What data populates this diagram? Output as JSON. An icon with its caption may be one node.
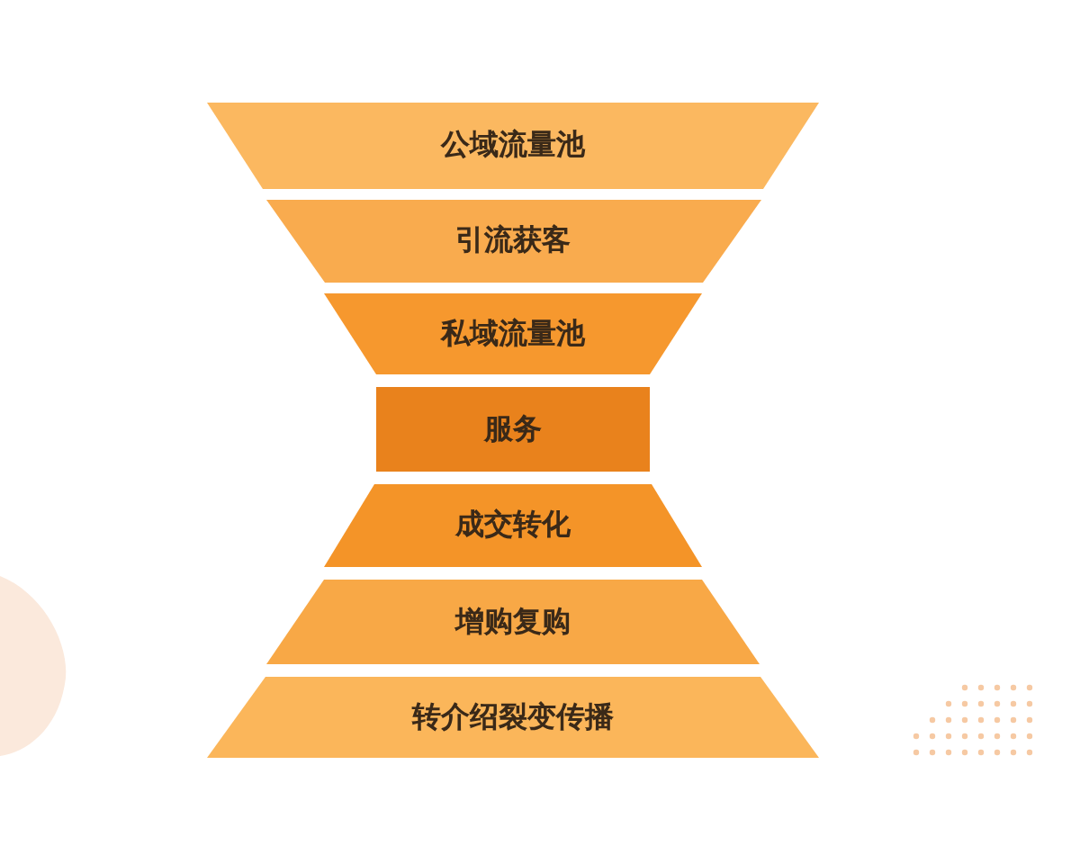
{
  "diagram": {
    "nodes": [
      {
        "text": [
          "公域流量池"
        ]
      },
      {
        "text": [
          "引流获客"
        ]
      },
      {
        "text": [
          "私域流量池"
        ]
      },
      {
        "text": [
          "服务"
        ]
      },
      {
        "text": [
          "成交转化"
        ]
      },
      {
        "text": [
          "增购复购"
        ]
      },
      {
        "text": [
          "转介绍裂变传播"
        ]
      }
    ]
  }
}
